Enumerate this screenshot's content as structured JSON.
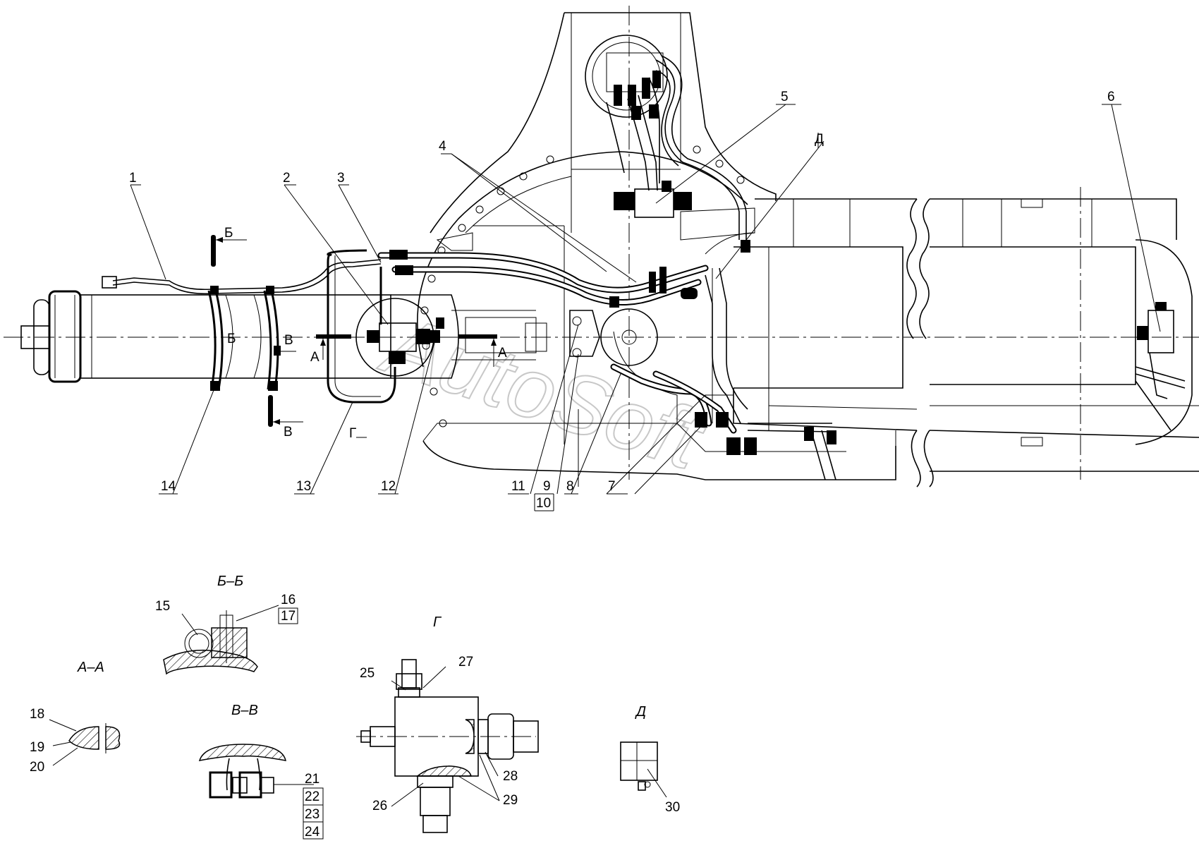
{
  "watermark": "AutoSoft",
  "callouts": [
    "1",
    "2",
    "3",
    "4",
    "5",
    "6",
    "7",
    "8",
    "9",
    "10",
    "11",
    "12",
    "13",
    "14"
  ],
  "section_marks": {
    "b": "Б",
    "v": "В",
    "a": "А",
    "g": "Г",
    "d": "Д"
  },
  "views": {
    "bb": {
      "title": "Б–Б",
      "labels": [
        "15",
        "16",
        "17"
      ]
    },
    "aa": {
      "title": "А–А",
      "labels": [
        "18",
        "19",
        "20"
      ]
    },
    "vv": {
      "title": "В–В",
      "labels": [
        "21",
        "22",
        "23",
        "24"
      ]
    },
    "g": {
      "title": "Г",
      "labels": [
        "25",
        "26",
        "27",
        "28",
        "29"
      ]
    },
    "d": {
      "title": "Д",
      "labels": [
        "30"
      ]
    }
  }
}
